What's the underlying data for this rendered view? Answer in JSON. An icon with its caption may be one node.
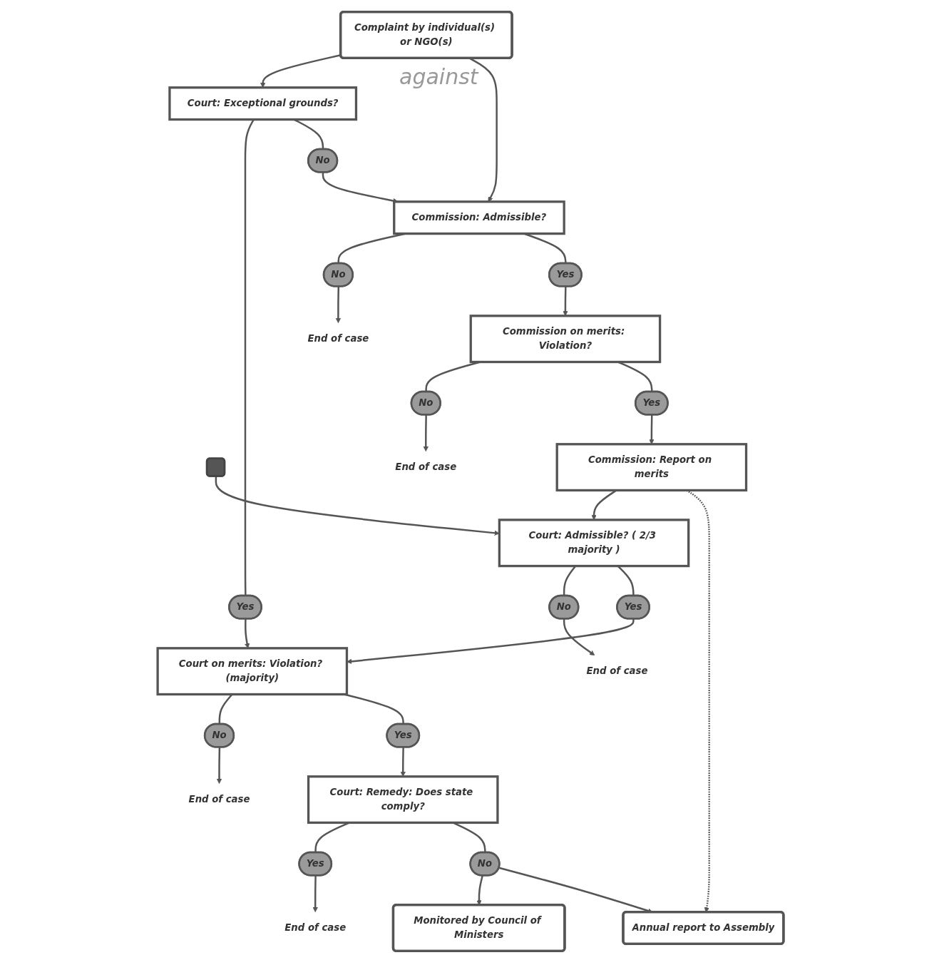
{
  "diagram": {
    "nodes": [
      {
        "text": [
          "Complaint by individual(s) or NGO(s)"
        ]
      },
      {
        "text": [],
        "shape": "box"
      },
      {
        "text": [
          "Commission: Admissible?"
        ]
      },
      {
        "text": [
          "Yes"
        ]
      },
      {
        "text": [
          "No"
        ]
      },
      {
        "text": [
          "End of case"
        ]
      },
      {
        "text": [
          "Commission on merits: Violation?"
        ]
      },
      {
        "text": [
          "Yes"
        ]
      },
      {
        "text": [
          "No"
        ]
      },
      {
        "text": [
          "End of case"
        ]
      },
      {
        "text": [
          "Commission: Report on merits"
        ]
      },
      {
        "text": [
          "No"
        ]
      },
      {
        "text": [
          "Court: Exceptional grounds?"
        ]
      },
      {
        "text": [
          "Yes"
        ]
      },
      {
        "text": [
          "Court: Admissible? ( 2/3 majority )"
        ]
      },
      {
        "text": [
          "Yes"
        ]
      },
      {
        "text": [
          "No"
        ]
      },
      {
        "text": [
          "End of case"
        ]
      },
      {
        "text": [
          "Court on merits: Violation? (majority)"
        ]
      },
      {
        "text": [
          "Yes"
        ]
      },
      {
        "text": [
          "No"
        ]
      },
      {
        "text": [
          "End of case"
        ]
      },
      {
        "text": [
          "Court: Remedy: Does state comply?"
        ]
      },
      {
        "text": [
          "No"
        ]
      },
      {
        "text": [
          "Yes"
        ]
      },
      {
        "text": [
          "End of case"
        ]
      },
      {
        "text": [
          "Annual report to Assembly"
        ]
      },
      {
        "text": [
          "Monitored by Council of Ministers"
        ]
      }
    ],
    "edges": [
      {
        "from": 0,
        "to": 2,
        "arrow": "to"
      },
      {
        "from": 0,
        "to": 12,
        "arrow": "to"
      },
      {
        "from": 1,
        "to": 14,
        "arrow": "to"
      },
      {
        "from": 2,
        "to": 3,
        "arrow": "none"
      },
      {
        "from": 2,
        "to": 4,
        "arrow": "none"
      },
      {
        "from": 4,
        "to": 5,
        "arrow": "to"
      },
      {
        "from": 3,
        "to": 6,
        "arrow": "to"
      },
      {
        "from": 6,
        "to": 7,
        "arrow": "none"
      },
      {
        "from": 6,
        "to": 8,
        "arrow": "none"
      },
      {
        "from": 8,
        "to": 9,
        "arrow": "to"
      },
      {
        "from": 7,
        "to": 10,
        "arrow": "to"
      },
      {
        "from": 10,
        "to": 26,
        "arrow": "to",
        "style": "dashed"
      },
      {
        "from": 10,
        "to": 14,
        "arrow": "to"
      },
      {
        "from": 12,
        "to": 11,
        "arrow": "none"
      },
      {
        "from": 11,
        "to": 2,
        "arrow": "to"
      },
      {
        "from": 12,
        "to": 13,
        "arrow": "none"
      },
      {
        "from": 13,
        "to": 18,
        "arrow": "to"
      },
      {
        "from": 14,
        "to": 15,
        "arrow": "none"
      },
      {
        "from": 14,
        "to": 16,
        "arrow": "none"
      },
      {
        "from": 16,
        "to": 17,
        "arrow": "to"
      },
      {
        "from": 15,
        "to": 18,
        "arrow": "to"
      },
      {
        "from": 18,
        "to": 19,
        "arrow": "none"
      },
      {
        "from": 18,
        "to": 20,
        "arrow": "none"
      },
      {
        "from": 20,
        "to": 21,
        "arrow": "to"
      },
      {
        "from": 19,
        "to": 22,
        "arrow": "to"
      },
      {
        "from": 22,
        "to": 23,
        "arrow": "none"
      },
      {
        "from": 22,
        "to": 24,
        "arrow": "none"
      },
      {
        "from": 24,
        "to": 25,
        "arrow": "to"
      },
      {
        "from": 23,
        "to": 26,
        "arrow": "to"
      },
      {
        "from": 23,
        "to": 27,
        "arrow": "to"
      }
    ],
    "labels": [
      "against"
    ]
  }
}
